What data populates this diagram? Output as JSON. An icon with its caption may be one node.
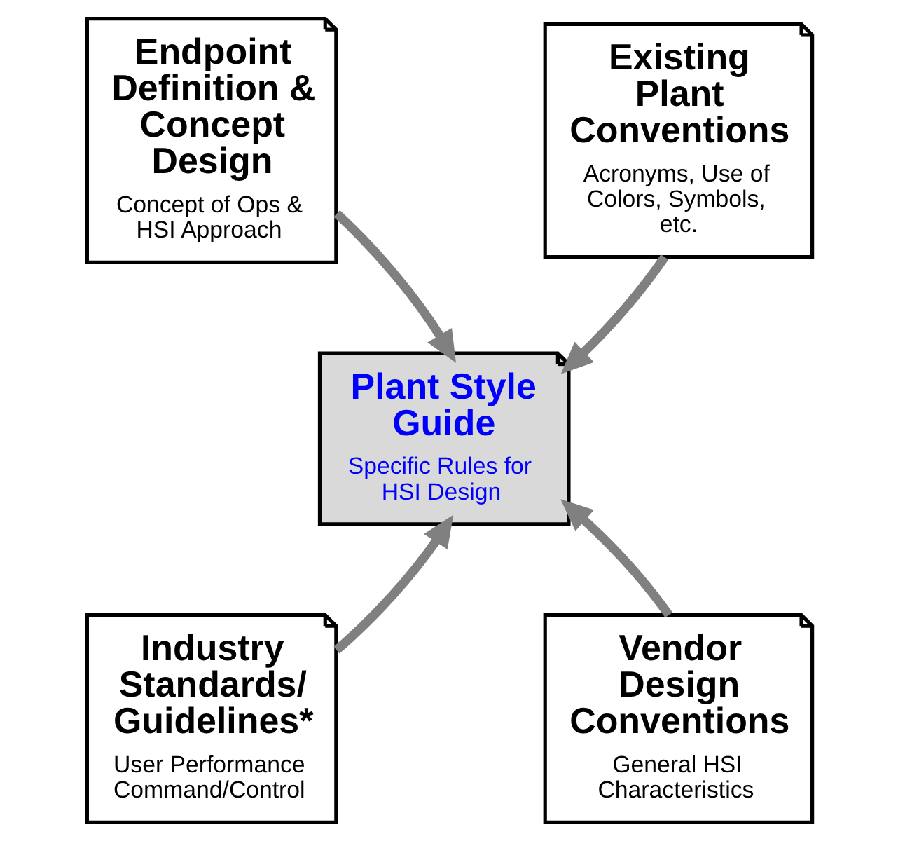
{
  "diagram": {
    "nodes": [
      {
        "text": [
          "Endpoint Definition & Concept Design",
          "Concept of Ops & HSI Approach"
        ]
      },
      {
        "text": [
          "Existing Plant Conventions",
          "Acronyms, Use of Colors, Symbols, etc."
        ]
      },
      {
        "text": [
          "Plant Style Guide",
          "Specific Rules for HSI Design"
        ]
      },
      {
        "text": [
          "Industry Standards/ Guidelines*",
          "User Performance Command/Control"
        ]
      },
      {
        "text": [
          "Vendor Design Conventions",
          "General HSI Characteristics"
        ]
      }
    ],
    "edges": [
      {
        "from": 0,
        "to": 2,
        "arrow": "to"
      },
      {
        "from": 1,
        "to": 2,
        "arrow": "to"
      },
      {
        "from": 3,
        "to": 2,
        "arrow": "to"
      },
      {
        "from": 4,
        "to": 2,
        "arrow": "to"
      }
    ]
  }
}
